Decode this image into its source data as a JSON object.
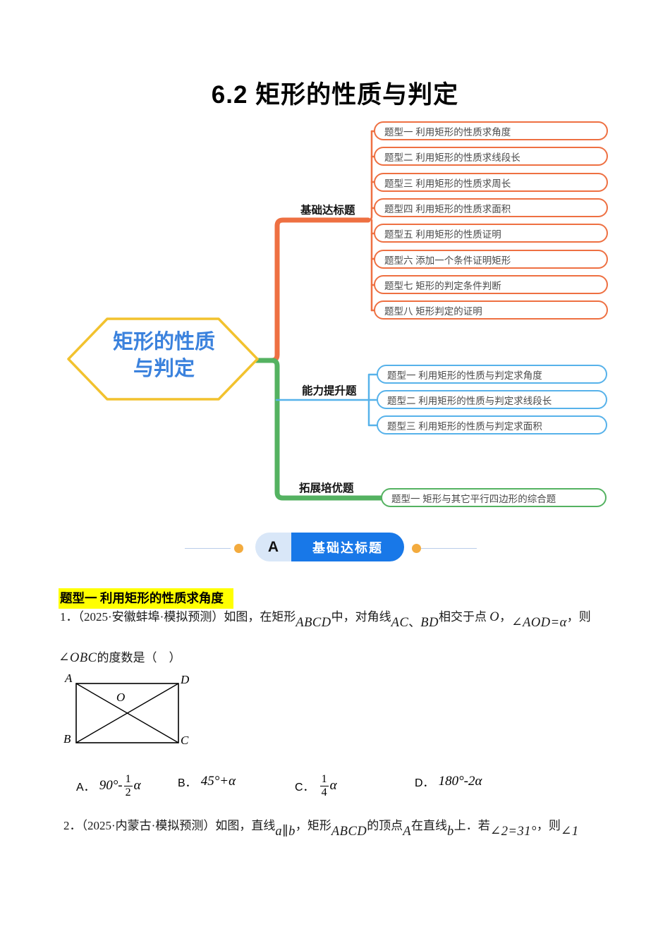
{
  "title": "6.2 矩形的性质与判定",
  "colors": {
    "orange": "#ee7042",
    "blue": "#57b2ea",
    "green": "#54b261",
    "gold": "#f2c22e",
    "root_text_blue": "#3b82dd",
    "badge_blue": "#1878e8",
    "badge_light_blue": "#d9e7f8",
    "separator_dot": "#f3ab3e",
    "highlight_yellow": "#ffff00"
  },
  "mindmap": {
    "root": {
      "line1": "矩形的性质",
      "line2": "与判定"
    },
    "branches": [
      {
        "label": "基础达标题",
        "color_key": "orange",
        "nodes": [
          "题型一 利用矩形的性质求角度",
          "题型二 利用矩形的性质求线段长",
          "题型三 利用矩形的性质求周长",
          "题型四 利用矩形的性质求面积",
          "题型五 利用矩形的性质证明",
          "题型六 添加一个条件证明矩形",
          "题型七 矩形的判定条件判断",
          "题型八 矩形判定的证明"
        ]
      },
      {
        "label": "能力提升题",
        "color_key": "blue",
        "nodes": [
          "题型一 利用矩形的性质与判定求角度",
          "题型二 利用矩形的性质与判定求线段长",
          "题型三 利用矩形的性质与判定求面积"
        ]
      },
      {
        "label": "拓展培优题",
        "color_key": "green",
        "nodes": [
          "题型一 矩形与其它平行四边形的综合题"
        ]
      }
    ]
  },
  "section_badge": {
    "letter": "A",
    "label": "基础达标题"
  },
  "heading1": "题型一 利用矩形的性质求角度",
  "problem1": {
    "line1_segments": [
      {
        "t": "1．（2025·安徽蚌埠·模拟预测）如图，在矩形",
        "c": "cn"
      },
      {
        "t": "ABCD",
        "c": "math low"
      },
      {
        "t": "中，对角线",
        "c": "cn"
      },
      {
        "t": "AC",
        "c": "math low"
      },
      {
        "t": "、",
        "c": "cn low"
      },
      {
        "t": "BD",
        "c": "math low"
      },
      {
        "t": "相交于点 ",
        "c": "cn"
      },
      {
        "t": "O",
        "c": "math"
      },
      {
        "t": "，",
        "c": "cn"
      },
      {
        "t": "∠AOD=α",
        "c": "math low"
      },
      {
        "t": "，则",
        "c": "cn"
      }
    ],
    "line2_segments": [
      {
        "t": "∠OBC",
        "c": "math"
      },
      {
        "t": "的度数是（　）",
        "c": "cn"
      }
    ],
    "diagram": {
      "labels": {
        "a": "A",
        "b": "B",
        "c": "C",
        "d": "D",
        "o": "O"
      }
    },
    "choices": [
      {
        "label": "A．",
        "pre": "90°-",
        "num": "1",
        "den": "2",
        "post": "α"
      },
      {
        "label": "B．",
        "pre": "45°+α",
        "num": "",
        "den": "",
        "post": ""
      },
      {
        "label": "C．",
        "pre": "",
        "num": "1",
        "den": "4",
        "post": "α"
      },
      {
        "label": "D．",
        "pre": "180°-2α",
        "num": "",
        "den": "",
        "post": ""
      }
    ]
  },
  "problem2": {
    "segments": [
      {
        "t": "2．（2025·内蒙古·模拟预测）如图，直线",
        "c": "cn"
      },
      {
        "t": "a∥b",
        "c": "math low"
      },
      {
        "t": "，矩形",
        "c": "cn"
      },
      {
        "t": "ABCD",
        "c": "math low"
      },
      {
        "t": "的顶点",
        "c": "cn"
      },
      {
        "t": "A",
        "c": "math low"
      },
      {
        "t": "在直线",
        "c": "cn"
      },
      {
        "t": "b",
        "c": "math low"
      },
      {
        "t": "上．若",
        "c": "cn"
      },
      {
        "t": "∠2=31°",
        "c": "math low"
      },
      {
        "t": "，则",
        "c": "cn"
      },
      {
        "t": "∠1",
        "c": "math low"
      }
    ]
  }
}
